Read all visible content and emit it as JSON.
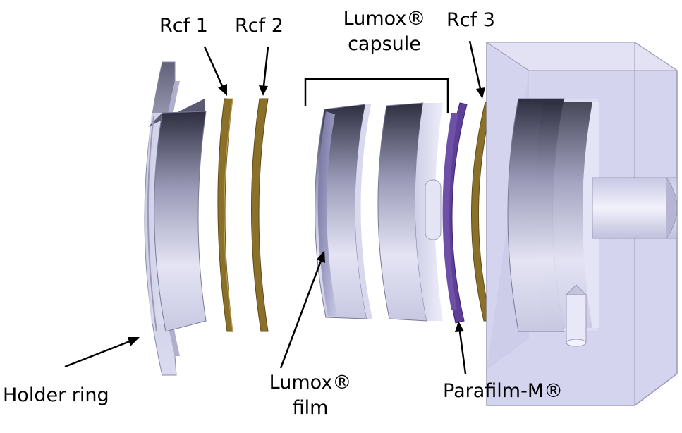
{
  "labels": {
    "rcf1": "Rcf 1",
    "rcf2": "Rcf 2",
    "lumox_capsule_line1": "Lumox®",
    "lumox_capsule_line2": "capsule",
    "rcf3": "Rcf 3",
    "holder_ring": "Holder ring",
    "lumox_film_line1": "Lumox®",
    "lumox_film_line2": "film",
    "parafilm": "Parafilm-M®"
  },
  "colors": {
    "metal_light": "#e6e6f5",
    "metal_mid": "#b8b8d6",
    "metal_dark": "#3a3a50",
    "rcf_film": "#8a7028",
    "parafilm": "#5e3f96",
    "housing": "#d4d4ee",
    "housing_edge": "#9a9ab8"
  }
}
